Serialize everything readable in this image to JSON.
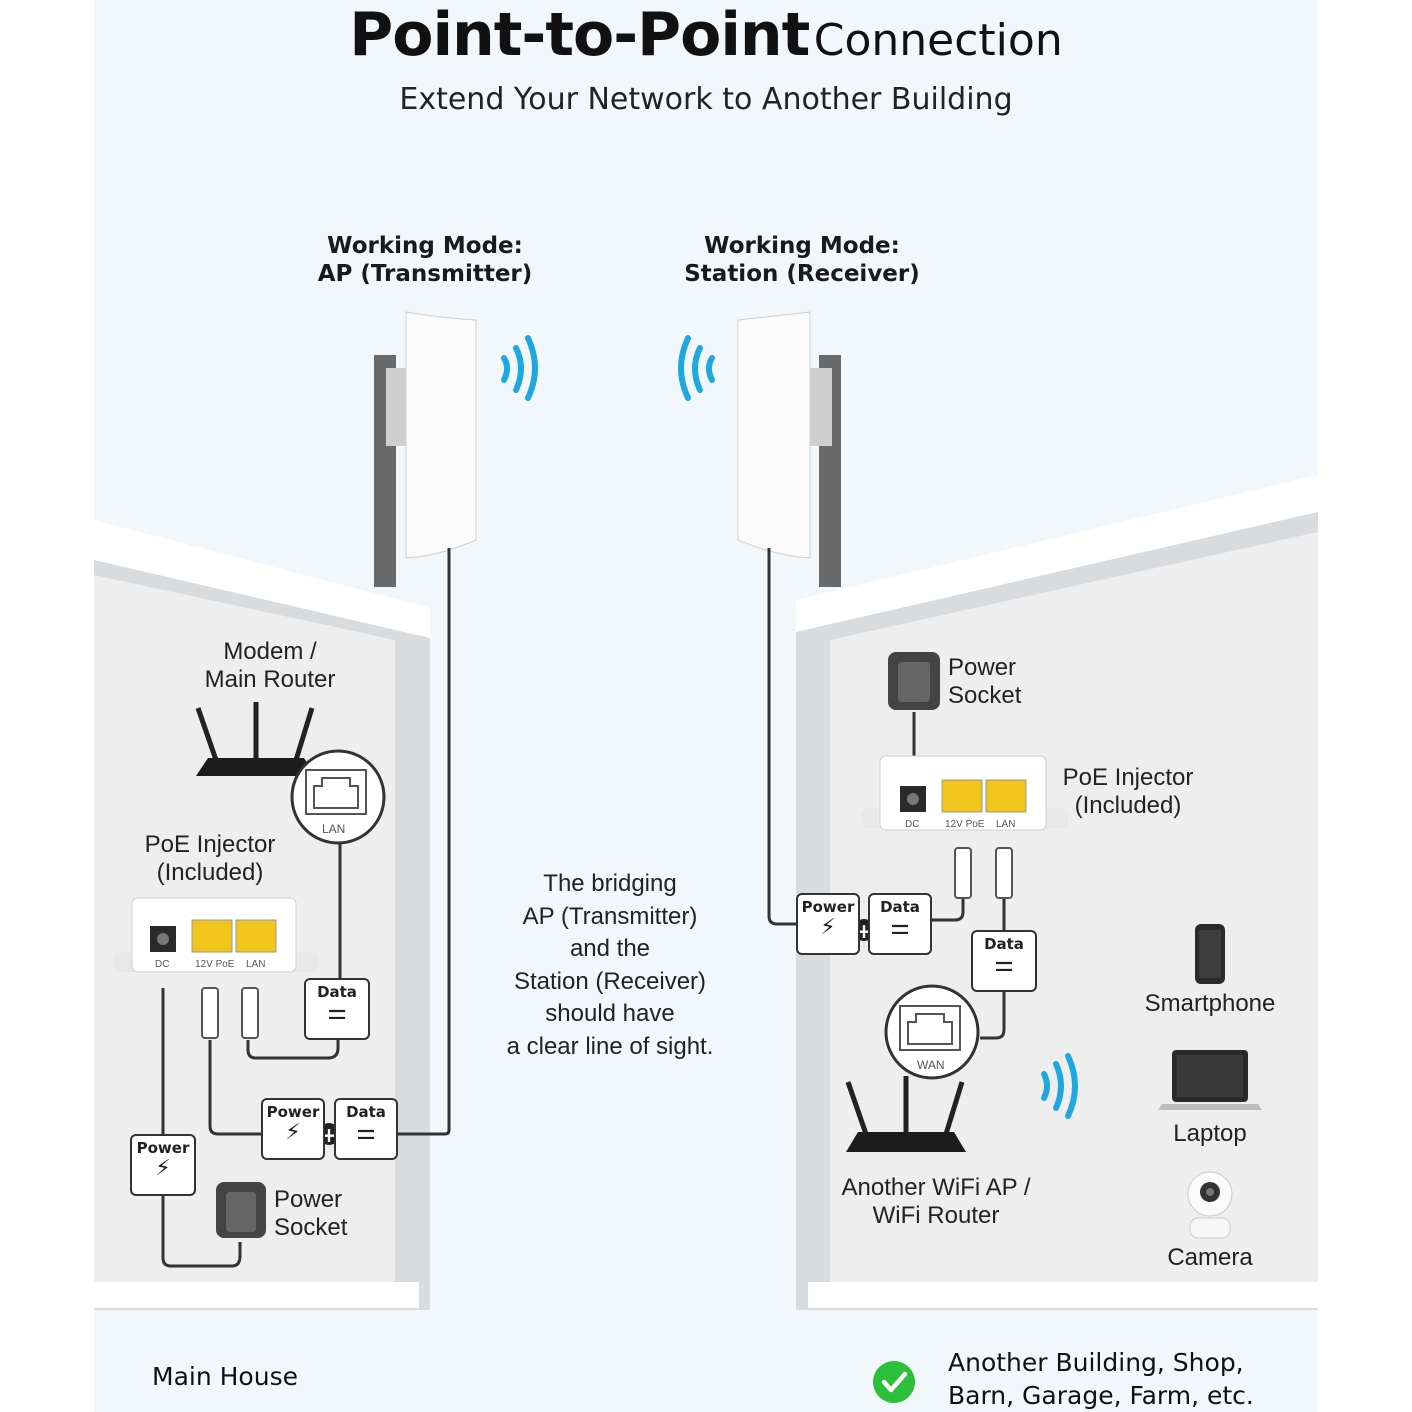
{
  "header": {
    "title_bold": "Point-to-Point",
    "title_light": "Connection",
    "subtitle": "Extend Your Network to Another Building"
  },
  "left_device": {
    "mode_line1": "Working Mode:",
    "mode_line2": "AP (Transmitter)"
  },
  "right_device": {
    "mode_line1": "Working Mode:",
    "mode_line2": "Station (Receiver)"
  },
  "main_house": {
    "router_label_line1": "Modem /",
    "router_label_line2": "Main Router",
    "router_port_label": "LAN",
    "poe_label_line1": "PoE Injector",
    "poe_label_line2": "(Included)",
    "poe_ports": [
      "DC",
      "12V PoE",
      "LAN"
    ],
    "data_box": "Data",
    "power_box": "Power",
    "power_box_2": "Power",
    "data_box_2": "Data",
    "socket_line1": "Power",
    "socket_line2": "Socket",
    "footer": "Main House"
  },
  "center_note": {
    "lines": [
      "The bridging",
      "AP (Transmitter)",
      "and the",
      "Station (Receiver)",
      "should have",
      "a clear line of sight."
    ]
  },
  "other_building": {
    "socket_line1": "Power",
    "socket_line2": "Socket",
    "poe_label_line1": "PoE Injector",
    "poe_label_line2": "(Included)",
    "poe_ports": [
      "DC",
      "12V PoE",
      "LAN"
    ],
    "power_box": "Power",
    "data_box": "Data",
    "data_box_2": "Data",
    "router_port_label": "WAN",
    "router_label_line1": "Another WiFi AP /",
    "router_label_line2": "WiFi Router",
    "devices": [
      "Smartphone",
      "Laptop",
      "Camera"
    ],
    "footer_line1": "Another Building, Shop,",
    "footer_line2": "Barn, Garage, Farm, etc."
  },
  "colors": {
    "wifi_blue": "#1ea7e1",
    "check_green": "#2bbf3a",
    "port_yellow": "#f0c51c"
  }
}
